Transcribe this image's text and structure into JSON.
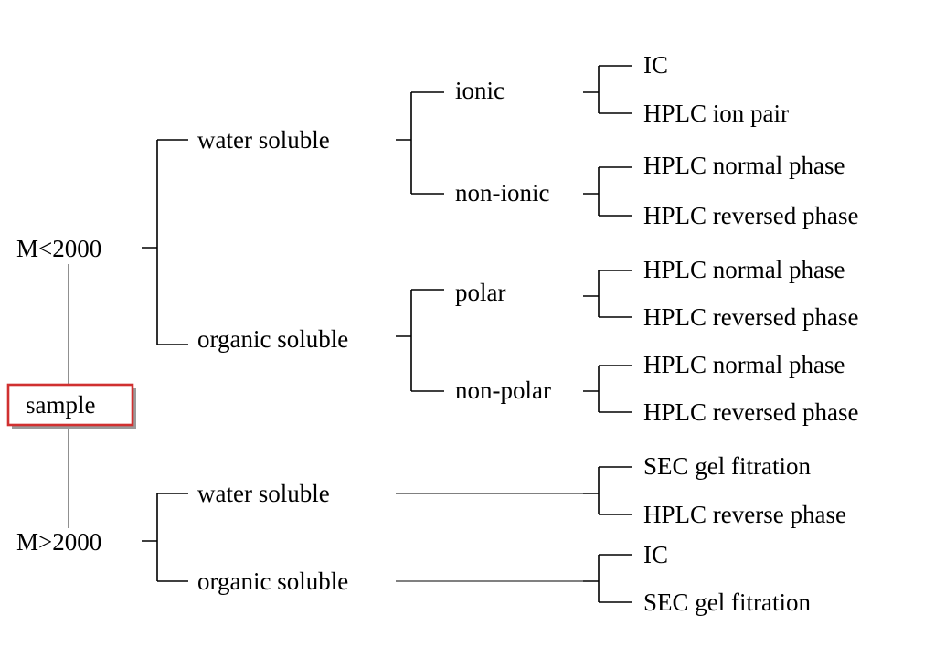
{
  "root": {
    "label": "sample",
    "highlight_color": "#d03030"
  },
  "molar_mass": {
    "low": "M<2000",
    "high": "M>2000"
  },
  "low": {
    "water": {
      "label": "water soluble",
      "ionic": {
        "label": "ionic",
        "methods": [
          "IC",
          "HPLC ion pair"
        ]
      },
      "non_ionic": {
        "label": "non-ionic",
        "methods": [
          "HPLC normal phase",
          "HPLC reversed phase"
        ]
      }
    },
    "organic": {
      "label": "organic soluble",
      "polar": {
        "label": "polar",
        "methods": [
          "HPLC normal phase",
          "HPLC reversed phase"
        ]
      },
      "non_polar": {
        "label": "non-polar",
        "methods": [
          "HPLC normal phase",
          "HPLC reversed phase"
        ]
      }
    }
  },
  "high": {
    "water": {
      "label": "water soluble",
      "methods": [
        "SEC gel fitration",
        "HPLC reverse phase"
      ]
    },
    "organic": {
      "label": "organic soluble",
      "methods": [
        "IC",
        "SEC gel fitration"
      ]
    }
  }
}
